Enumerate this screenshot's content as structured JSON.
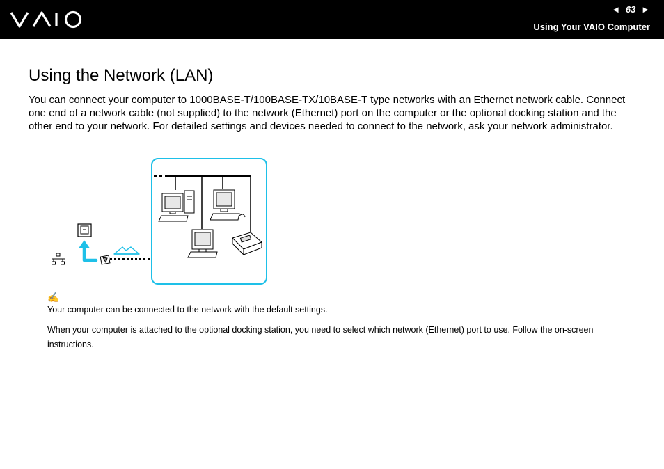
{
  "header": {
    "logo_icon": "vaio-logo",
    "prev_arrow": "◄",
    "next_arrow": "►",
    "page_number": "63",
    "section_title": "Using Your VAIO Computer"
  },
  "main": {
    "title": "Using the Network (LAN)",
    "intro": "You can connect your computer to 1000BASE-T/100BASE-TX/10BASE-T type networks with an Ethernet network cable. Connect one end of a network cable (not supplied) to the network (Ethernet) port on the computer or the optional docking station and the other end to your network. For detailed settings and devices needed to connect to the network, ask your network administrator.",
    "diagram": {
      "icons": [
        "lan-port-symbol-icon",
        "modular-jack-icon",
        "up-arrow-icon",
        "network-cable-plug-icon",
        "cable-connection-icon",
        "desktop-computer-icon",
        "printer-icon"
      ],
      "accent_color": "#1ec0e8"
    },
    "note_icon": "note-pencil-icon",
    "notes": [
      "Your computer can be connected to the network with the default settings.",
      "When your computer is attached to the optional docking station, you need to select which network (Ethernet) port to use. Follow the on-screen instructions."
    ]
  }
}
